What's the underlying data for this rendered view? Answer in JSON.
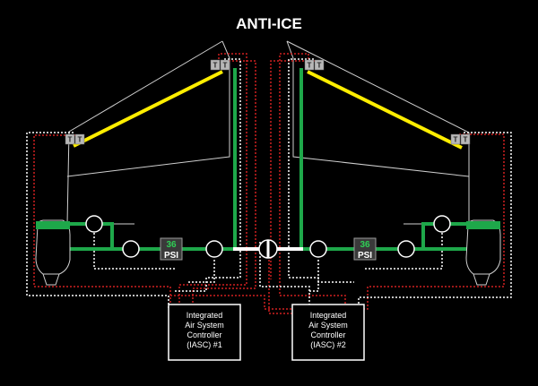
{
  "title": "ANTI-ICE",
  "colors": {
    "background": "#000000",
    "outline": "#cfcfcf",
    "bleed_flow": "#1ea84a",
    "heated_edge": "#ffee00",
    "power_wiring": "#d02020",
    "signal_wiring": "#ffffff"
  },
  "wing_anti_ice_valves": {
    "left_inboard": [
      "T",
      "T"
    ],
    "left_outboard": [
      "T",
      "T"
    ],
    "right_inboard": [
      "T",
      "T"
    ],
    "right_outboard": [
      "T",
      "T"
    ]
  },
  "left_duct_pressure": {
    "value": "36",
    "unit": "PSI"
  },
  "right_duct_pressure": {
    "value": "36",
    "unit": "PSI"
  },
  "controllers": [
    {
      "lines": [
        "Integrated",
        "Air System",
        "Controller",
        "(IASC) #1"
      ]
    },
    {
      "lines": [
        "Integrated",
        "Air System",
        "Controller",
        "(IASC) #2"
      ]
    }
  ],
  "crossfeed_valve": "crossfeed-valve-closed"
}
